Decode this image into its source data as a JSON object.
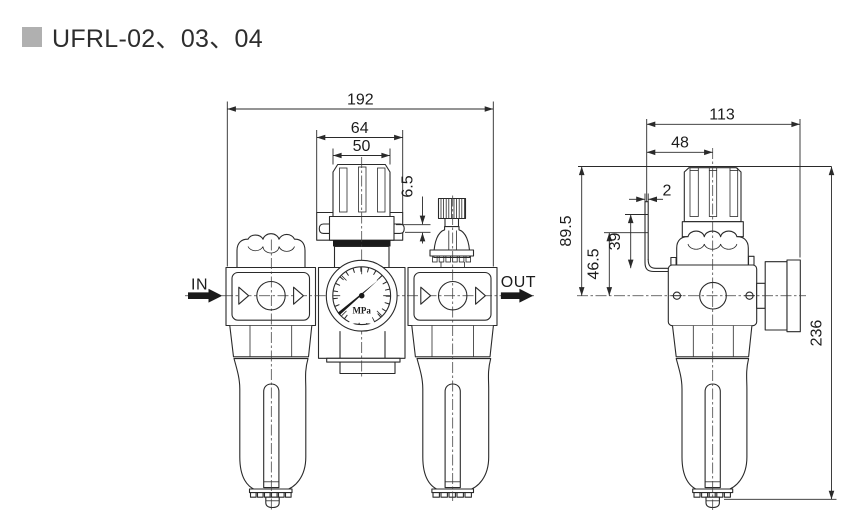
{
  "title": {
    "text": "UFRL-02、03、04"
  },
  "front_view": {
    "in_label": "IN",
    "out_label": "OUT",
    "gauge_unit": "MPa",
    "dims": {
      "overall_width": "192",
      "mount_plate_width": "64",
      "knob_width": "50",
      "trunnion_offset": "6.5"
    }
  },
  "side_view": {
    "dims": {
      "overall_depth": "113",
      "center_offset": "48",
      "bracket_thickness": "2",
      "upper_height": "89.5",
      "bracket_hole_upper": "39",
      "bracket_hole_lower": "46.5",
      "overall_height": "236"
    }
  },
  "colors": {
    "line": "#2a2a2a",
    "dark_fill": "#1a1a1a",
    "bullet": "#b0b0b0",
    "background": "#ffffff"
  }
}
